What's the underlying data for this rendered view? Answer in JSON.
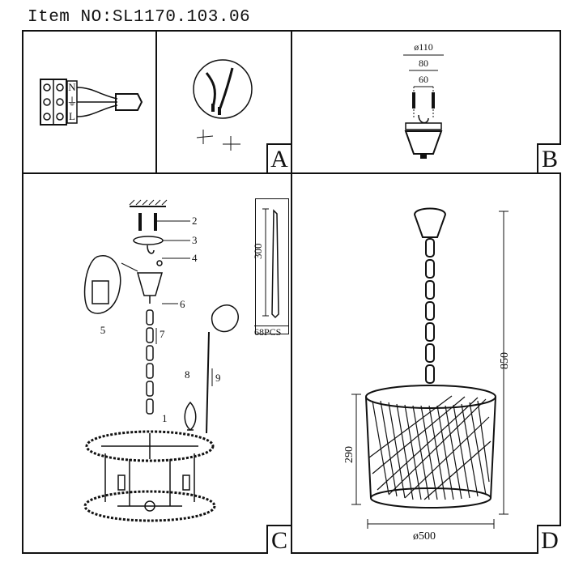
{
  "header": {
    "item_no": "Item NO:SL1170.103.06"
  },
  "panels": {
    "a": {
      "letter": "A"
    },
    "b": {
      "letter": "B",
      "dims": [
        "ø110",
        "80",
        "60"
      ]
    },
    "c": {
      "letter": "C",
      "callouts": [
        "2",
        "3",
        "4",
        "5",
        "6",
        "7",
        "8",
        "9",
        "1"
      ],
      "crystal_length": "300",
      "crystal_count": "68PCS"
    },
    "d": {
      "letter": "D",
      "height_total": "850",
      "height_shade": "290",
      "diameter": "ø500"
    }
  },
  "wiring": {
    "terminals": [
      "N",
      "⏚",
      "L"
    ]
  }
}
